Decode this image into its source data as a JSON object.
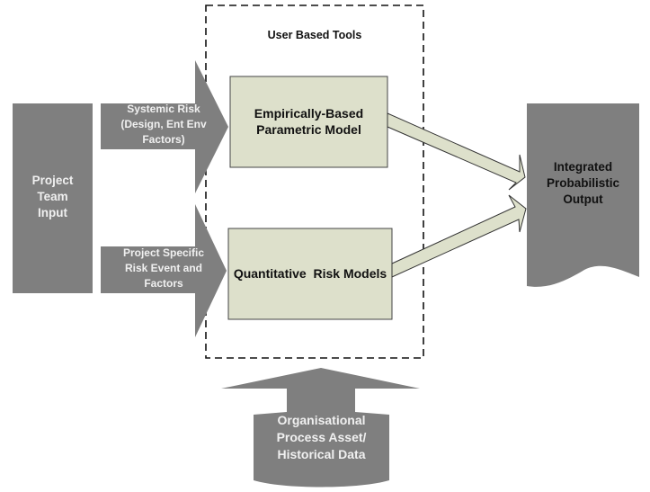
{
  "colors": {
    "gray_shape": "#7f7f7f",
    "model_box_fill": "#dde0cb",
    "outline": "#333333",
    "dashed_border": "#111111",
    "light_text": "#f0f0f0",
    "dark_text": "#111111"
  },
  "container": {
    "title": "User Based Tools"
  },
  "inputs": {
    "project_team": {
      "label": "Project Team Input",
      "lines": [
        "Project",
        "Team",
        "Input"
      ]
    },
    "systemic_risk_arrow": {
      "lines": [
        "Systemic Risk",
        "(Design, Ent Env",
        "Factors)"
      ]
    },
    "project_specific_arrow": {
      "lines": [
        "Project Specific",
        "Risk Event and",
        "Factors"
      ]
    }
  },
  "models": {
    "empirical": {
      "lines": [
        "Empirically-Based",
        "Parametric Model"
      ]
    },
    "quantitative": {
      "label": "Quantitative  Risk Models"
    }
  },
  "output": {
    "lines": [
      "Integrated",
      "Probabilistic",
      "Output"
    ]
  },
  "organisational": {
    "lines": [
      "Organisational",
      "Process Asset/",
      "Historical Data"
    ]
  }
}
